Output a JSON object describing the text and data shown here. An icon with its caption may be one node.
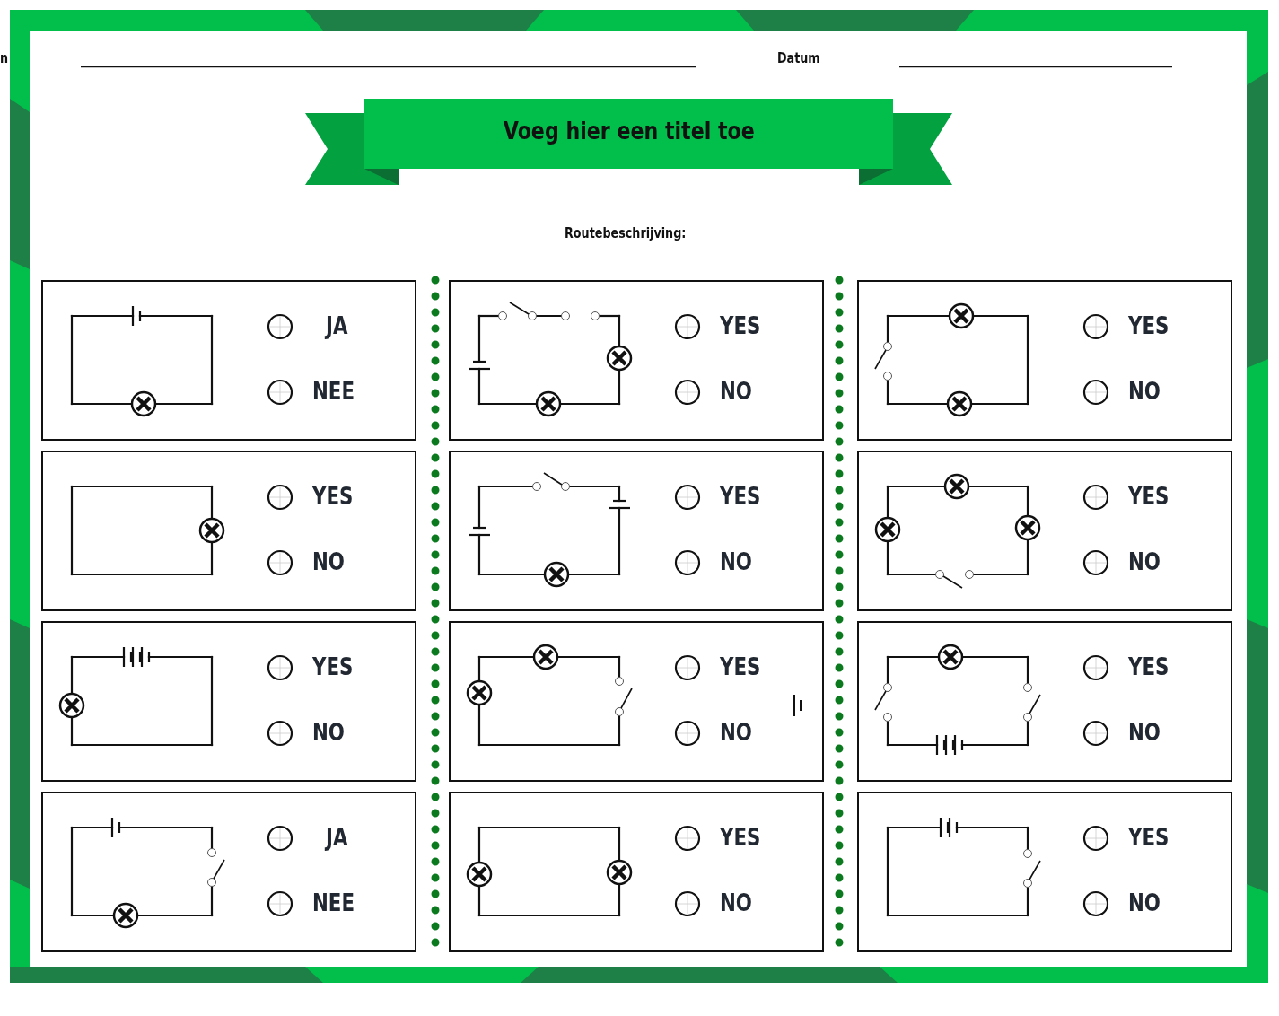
{
  "diagram": {
    "title": "Voeg hier een titel toe",
    "nodes": [
      {
        "text": [
          "JA",
          "NEE"
        ]
      },
      {
        "text": [
          "YES",
          "NO"
        ]
      },
      {
        "text": [
          "YES",
          "NO"
        ]
      },
      {
        "text": [
          "YES",
          "NO"
        ]
      },
      {
        "text": [
          "YES",
          "NO"
        ]
      },
      {
        "text": [
          "YES",
          "NO"
        ]
      },
      {
        "text": [
          "YES",
          "NO"
        ]
      },
      {
        "text": [
          "YES",
          "NO"
        ]
      },
      {
        "text": [
          "YES",
          "NO"
        ]
      },
      {
        "text": [
          "JA",
          "NEE"
        ]
      },
      {
        "text": [
          "YES",
          "NO"
        ]
      },
      {
        "text": [
          "YES",
          "NO"
        ]
      }
    ],
    "labels": [
      "n",
      "Datum",
      "Routebeschrijving:"
    ]
  }
}
